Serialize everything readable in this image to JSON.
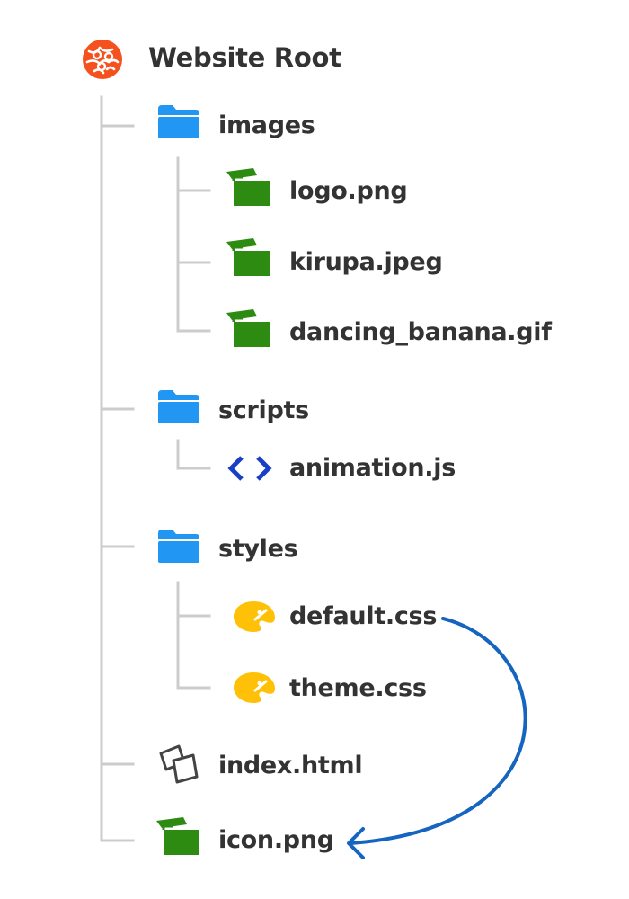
{
  "root": {
    "label": "Website Root",
    "icon": "globe-icon"
  },
  "folders": {
    "images": {
      "label": "images",
      "icon": "folder-icon",
      "files": [
        {
          "label": "logo.png",
          "icon": "image-icon"
        },
        {
          "label": "kirupa.jpeg",
          "icon": "image-icon"
        },
        {
          "label": "dancing_banana.gif",
          "icon": "image-icon"
        }
      ]
    },
    "scripts": {
      "label": "scripts",
      "icon": "folder-icon",
      "files": [
        {
          "label": "animation.js",
          "icon": "code-icon"
        }
      ]
    },
    "styles": {
      "label": "styles",
      "icon": "folder-icon",
      "files": [
        {
          "label": "default.css",
          "icon": "palette-icon"
        },
        {
          "label": "theme.css",
          "icon": "palette-icon"
        }
      ]
    }
  },
  "root_files": [
    {
      "label": "index.html",
      "icon": "documents-icon"
    },
    {
      "label": "icon.png",
      "icon": "image-icon"
    }
  ],
  "colors": {
    "connector": "#cccccc",
    "root_icon": "#f4511e",
    "folder": "#2196f3",
    "image": "#2e8b12",
    "code": "#1a3fc7",
    "palette": "#ffc107",
    "arrow": "#1565c0",
    "text": "#333333"
  }
}
